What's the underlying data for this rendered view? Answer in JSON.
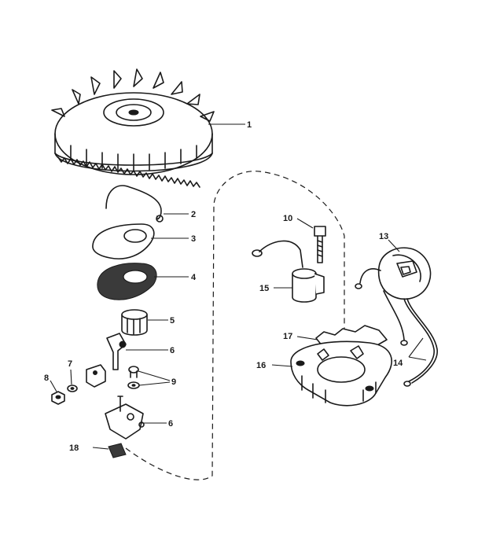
{
  "callouts": {
    "c1": "1",
    "c2a": "2",
    "c3": "3",
    "c4": "4",
    "c5": "5",
    "c6a": "6",
    "c7": "7",
    "c8": "8",
    "c9": "9",
    "c6b": "6",
    "c18": "18",
    "c10": "10",
    "c15": "15",
    "c13": "13",
    "c17": "17",
    "c16": "16",
    "c14": "14"
  }
}
